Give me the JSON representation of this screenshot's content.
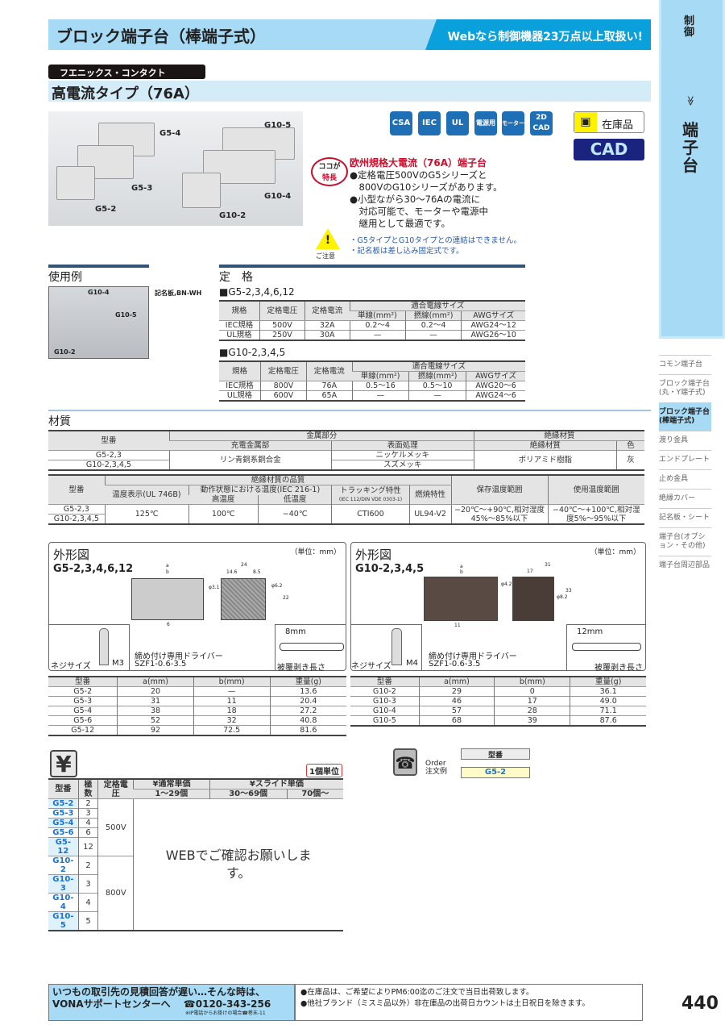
{
  "header": {
    "title": "ブロック端子台（棒端子式）",
    "promo": "Webなら制御機器23万点以上取扱い!"
  },
  "maker": "フエニックス・コンタクト",
  "subtitle": "高電流タイプ（76A）",
  "photo_labels": [
    "G5-4",
    "G10-5",
    "G5-3",
    "G10-4",
    "G5-2",
    "G10-2"
  ],
  "badges": [
    "CSA",
    "IEC",
    "UL",
    "電源用",
    "モーター",
    "2D CAD"
  ],
  "stock": {
    "icon": "box-icon",
    "label": "在庫品"
  },
  "cad_label": "CAD",
  "feature": {
    "badge_top": "ココが",
    "badge_bottom": "特長",
    "title": "欧州規格大電流（76A）端子台",
    "lines": [
      "●定格電圧500VのG5シリーズと",
      "　800VのG10シリーズがあります。",
      "●小型ながら30～76Aの電流に",
      "　対応可能で、モーターや電源中",
      "　継用として最適です。"
    ]
  },
  "caution": {
    "label": "ご注意",
    "notes": [
      "・G5タイプとG10タイプとの連結はできません。",
      "・記名板は差し込み固定式です。"
    ]
  },
  "usage": {
    "title": "使用例",
    "labels": [
      "G10-4",
      "G10-5",
      "G10-2"
    ],
    "callout": "記名板,BN-WH"
  },
  "rating": {
    "title": "定　格",
    "g5": {
      "title": "■G5-2,3,4,6,12",
      "rows": [
        [
          "IEC規格",
          "500V",
          "32A",
          "0.2～4",
          "0.2～4",
          "AWG24～12"
        ],
        [
          "UL規格",
          "250V",
          "30A",
          "—",
          "—",
          "AWG26～10"
        ]
      ]
    },
    "g10": {
      "title": "■G10-2,3,4,5",
      "rows": [
        [
          "IEC規格",
          "800V",
          "76A",
          "0.5～16",
          "0.5～10",
          "AWG20～6"
        ],
        [
          "UL規格",
          "600V",
          "65A",
          "—",
          "—",
          "AWG24～6"
        ]
      ]
    },
    "head": [
      "規格",
      "定格電圧",
      "定格電流",
      "適合電線サイズ",
      "単線(mm²)",
      "撚線(mm²)",
      "AWGサイズ"
    ]
  },
  "material": {
    "title": "材質",
    "t1": {
      "head": [
        "型番",
        "金属部分",
        "絶縁材質",
        "充電金属部",
        "表面処理",
        "絶縁材質",
        "色"
      ],
      "models": [
        "G5-2,3",
        "G10-2,3,4,5"
      ],
      "metal": "リン青銅系銅合金",
      "surface": [
        "ニッケルメッキ",
        "スズメッキ"
      ],
      "insul": "ポリアミド樹脂",
      "color": "灰"
    },
    "t2": {
      "head": [
        "型番",
        "絶縁材質の品質",
        "保存温度範囲",
        "使用温度範囲",
        "温度表示(UL 746B)",
        "動作状態における温度(IEC 216-1)",
        "トラッキング特性",
        "(IEC 112/DIN VDE 0303-1)",
        "燃焼特性",
        "高温度",
        "低温度"
      ],
      "models": [
        "G5-2,3",
        "G10-2,3,4,5"
      ],
      "values": [
        "125℃",
        "100℃",
        "−40℃",
        "CTI600",
        "UL94-V2",
        "−20℃～+90℃,相対湿度45%～85%以下",
        "−40℃～+100℃,相対湿度5%～95%以下"
      ]
    }
  },
  "dims": {
    "title": "外形図",
    "unit": "（単位：mm）",
    "screw_label": "ネジサイズ",
    "driver_label": "締め付け専用ドライバー",
    "driver": "SZF1-0.6-3.5",
    "strip_label": "被覆剥き長さ",
    "head": [
      "型番",
      "a(mm)",
      "b(mm)",
      "重量(g)"
    ],
    "g5": {
      "name": "G5-2,3,4,6,12",
      "screw": "M3",
      "strip": "8mm",
      "dims": [
        "a",
        "b",
        "24",
        "14.6",
        "8.5",
        "φ3.1",
        "φ6.2",
        "22",
        "6"
      ],
      "rows": [
        [
          "G5-2",
          "20",
          "—",
          "13.6"
        ],
        [
          "G5-3",
          "31",
          "11",
          "20.4"
        ],
        [
          "G5-4",
          "38",
          "18",
          "27.2"
        ],
        [
          "G5-6",
          "52",
          "32",
          "40.8"
        ],
        [
          "G5-12",
          "92",
          "72.5",
          "81.6"
        ]
      ]
    },
    "g10": {
      "name": "G10-2,3,4,5",
      "screw": "M4",
      "strip": "12mm",
      "dims": [
        "a",
        "b",
        "31",
        "17",
        "φ4.2",
        "φ8.2",
        "33",
        "11"
      ],
      "rows": [
        [
          "G10-2",
          "29",
          "0",
          "36.1"
        ],
        [
          "G10-3",
          "46",
          "17",
          "49.0"
        ],
        [
          "G10-4",
          "57",
          "28",
          "71.1"
        ],
        [
          "G10-5",
          "68",
          "39",
          "87.6"
        ]
      ]
    }
  },
  "price": {
    "icon": "yen-icon",
    "unit_badge": "1個単位",
    "head": [
      "型番",
      "極数",
      "定格電圧",
      "¥通常単価",
      "¥スライド単価",
      "1～29個",
      "30～69個",
      "70個～"
    ],
    "rows": [
      [
        "G5-2",
        "2"
      ],
      [
        "G5-3",
        "3"
      ],
      [
        "G5-4",
        "4"
      ],
      [
        "G5-6",
        "6"
      ],
      [
        "G5-12",
        "12"
      ],
      [
        "G10-2",
        "2"
      ],
      [
        "G10-3",
        "3"
      ],
      [
        "G10-4",
        "4"
      ],
      [
        "G10-5",
        "5"
      ]
    ],
    "voltages": [
      "500V",
      "800V"
    ],
    "web_note": "WEBでご確認お願いします。"
  },
  "order": {
    "label_en": "Order",
    "label_jp": "注文例",
    "head": "型番",
    "value": "G5-2"
  },
  "sidebar": {
    "top": "制御",
    "arrow": "≫",
    "main": "端子台",
    "items": [
      {
        "label": "コモン端子台"
      },
      {
        "label": "ブロック端子台(丸・Y端子式)"
      },
      {
        "label": "ブロック端子台(棒端子式)",
        "active": true
      },
      {
        "label": "渡り金具"
      },
      {
        "label": "エンドプレート"
      },
      {
        "label": "止め金具"
      },
      {
        "label": "絶縁カバー"
      },
      {
        "label": "記名板・シート"
      },
      {
        "label": "端子台(オプション・その他)"
      },
      {
        "label": "端子台周辺部品"
      }
    ]
  },
  "footer": {
    "line1": "いつもの取引先の見積回答が遅い…そんな時は、",
    "line2": "VONAサポートセンターへ",
    "phone": "☎0120-343-256",
    "phone_note": "※IP電話からお掛けの場合☎巻末-11",
    "notes": [
      "●在庫品は、ご希望によりPM6:00迄のご注文で当日出荷致します。",
      "●他社ブランド（ミスミ品以外）非在庫品の出荷日カウントは土日祝日を除きます。"
    ],
    "page": "440"
  },
  "colors": {
    "header_bg": "#a6daf5",
    "promo_bg": "#0aa0dc",
    "badge_blue": "#1f6fb6",
    "feature_red": "#c8102e",
    "cad_bg": "#1a237e",
    "model_link": "#1a73d0"
  }
}
